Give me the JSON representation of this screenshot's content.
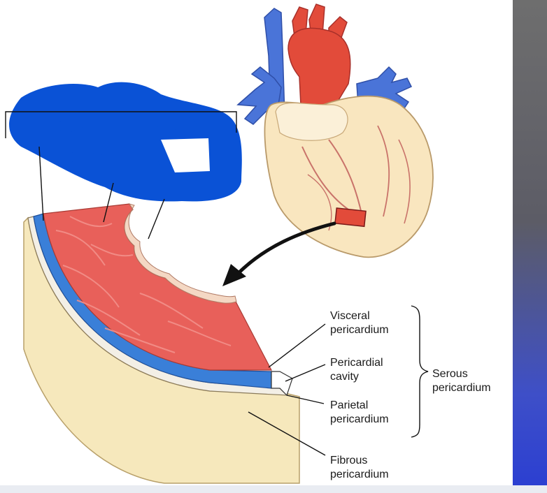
{
  "figure": {
    "labels": {
      "visceral": [
        "Visceral",
        "pericardium"
      ],
      "cavity": [
        "Pericardial",
        "cavity"
      ],
      "parietal": [
        "Parietal",
        "pericardium"
      ],
      "fibrous": [
        "Fibrous",
        "pericardium"
      ],
      "serous": [
        "Serous",
        "pericardium"
      ]
    }
  },
  "colors": {
    "myocardium": "#e8605a",
    "epicardium_blue": "#3a7fd8",
    "fibrous_layer": "#f6e8bc",
    "vessel_red": "#e24b3a",
    "vessel_blue": "#4a74d8",
    "redaction_blue": "#0a52d6",
    "background_blue": "#2f3fb8"
  },
  "icons": [
    "heart-illustration",
    "curved-arrow-icon",
    "redaction-scribble"
  ]
}
